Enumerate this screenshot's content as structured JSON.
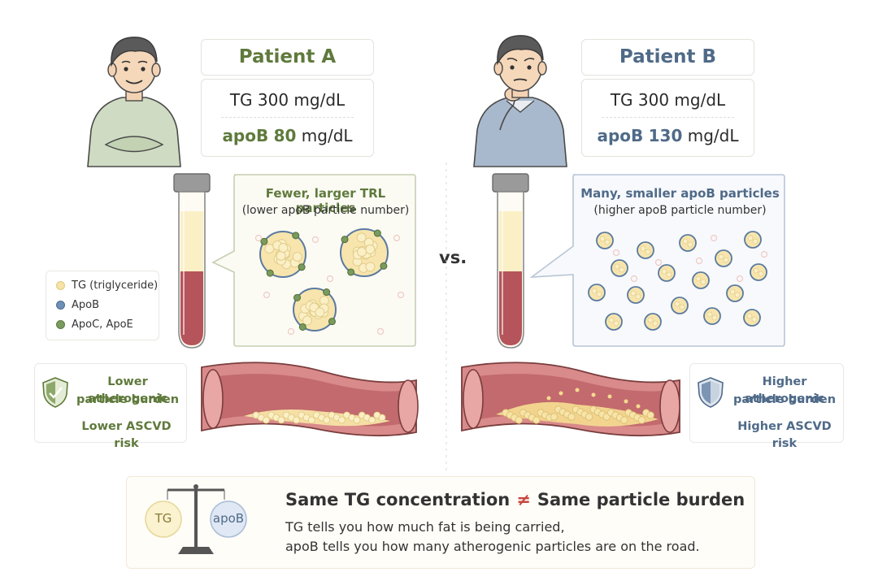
{
  "patient_a": {
    "name": "Patient A",
    "tg": "TG 300 mg/dL",
    "apob_label": "apoB",
    "apob_value": "80",
    "apob_unit": "mg/dL",
    "callout_title": "Fewer, larger TRL particles",
    "callout_sub": "(lower apoB particle number)",
    "risk_title_1": "Lower atherogenic",
    "risk_title_2": "particle burden",
    "risk": "Lower ASCVD risk"
  },
  "patient_b": {
    "name": "Patient B",
    "tg": "TG 300 mg/dL",
    "apob_label": "apoB",
    "apob_value": "130",
    "apob_unit": "mg/dL",
    "callout_title": "Many, smaller apoB particles",
    "callout_sub": "(higher apoB particle number)",
    "risk_title_1": "Higher atherogenic",
    "risk_title_2": "particle burden",
    "risk": "Higher ASCVD risk"
  },
  "legend": [
    {
      "label": "TG (triglyceride)",
      "color": "#f6e3a6"
    },
    {
      "label": "ApoB",
      "color": "#6f8fb5"
    },
    {
      "label": "ApoC, ApoE",
      "color": "#7a9a5e"
    }
  ],
  "vs": "vs.",
  "bottom": {
    "heading_left": "Same TG concentration",
    "neq": "≠",
    "heading_right": "Same particle burden",
    "line1": "TG tells you how much fat is being carried,",
    "line2": "apoB tells you how many atherogenic particles are on the road.",
    "scale_left": "TG",
    "scale_right": "apoB"
  },
  "colors": {
    "green": "#5f7a3c",
    "blue": "#4f6a88",
    "blood": "#b5545a",
    "plasma": "#fbefc6"
  },
  "icons": {
    "person_a": "person-arms-crossed-icon",
    "person_b": "person-thinking-icon",
    "shield_a": "shield-check-icon",
    "shield_b": "shield-icon",
    "scale": "balance-scale-icon"
  }
}
